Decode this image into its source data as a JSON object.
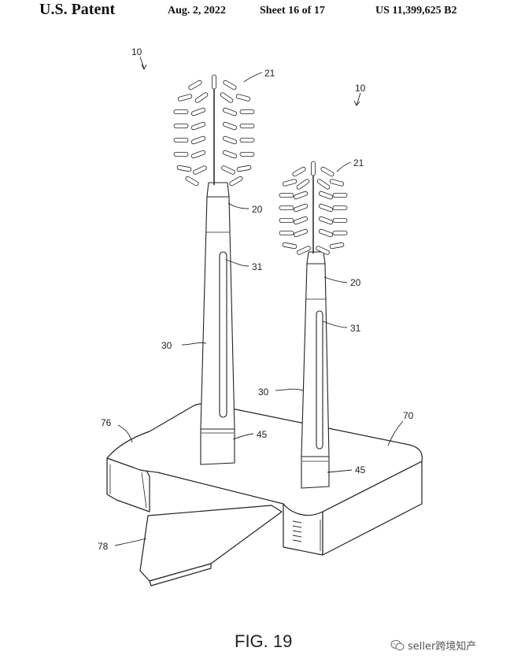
{
  "header": {
    "patent_label": "U.S. Patent",
    "date": "Aug. 2, 2022",
    "sheet": "Sheet 16 of 17",
    "patent_number": "US 11,399,625 B2"
  },
  "figure": {
    "caption": "FIG. 19",
    "refs": {
      "assembly_left": "10",
      "assembly_right": "10",
      "brush_head_left": "21",
      "brush_head_right": "21",
      "neck_left": "20",
      "neck_right": "20",
      "window_left": "31",
      "window_right": "31",
      "handle_left": "30",
      "handle_right": "30",
      "base_insert_left": "45",
      "base_insert_right": "45",
      "stand_corner": "76",
      "stand_body": "70",
      "stand_front": "78"
    }
  },
  "watermark": {
    "text": "seller跨境知产",
    "icon": "wechat-chat-icon"
  },
  "colors": {
    "ink": "#222222",
    "paper": "#ffffff"
  }
}
